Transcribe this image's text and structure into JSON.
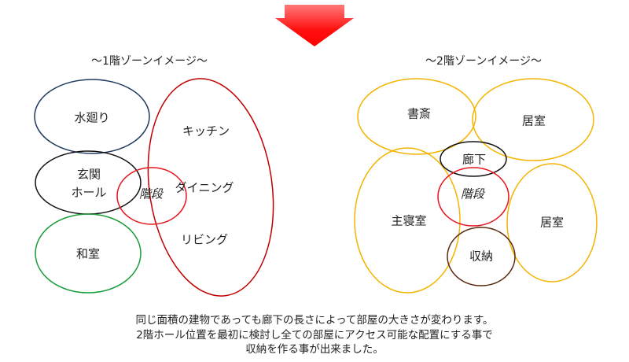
{
  "colors": {
    "arrow": "#ff1a1a",
    "navy": "#1f3a5f",
    "dark_red": "#c00000",
    "red": "#e8141e",
    "black": "#111111",
    "green": "#1a9e3a",
    "orange": "#f5b400",
    "brown": "#5a2a10"
  },
  "floor1": {
    "title": "～1階ゾーンイメージ～",
    "zones": {
      "water": "水廻り",
      "entrance_line1": "玄関",
      "entrance_line2": "ホール",
      "stairs": "階段",
      "japanese_room": "和室",
      "kitchen": "キッチン",
      "dining": "ダイニング",
      "living": "リビング"
    }
  },
  "floor2": {
    "title": "～2階ゾーンイメージ～",
    "zones": {
      "study": "書斎",
      "room_top": "居室",
      "hallway": "廊下",
      "stairs": "階段",
      "master_bedroom": "主寝室",
      "room_right": "居室",
      "storage": "収納"
    }
  },
  "caption": [
    "同じ面積の建物であっても廊下の長さによって部屋の大きさが変わります。",
    "2階ホール位置を最初に検討し全ての部屋にアクセス可能な配置にする事で",
    "収納を作る事が出来ました。"
  ]
}
